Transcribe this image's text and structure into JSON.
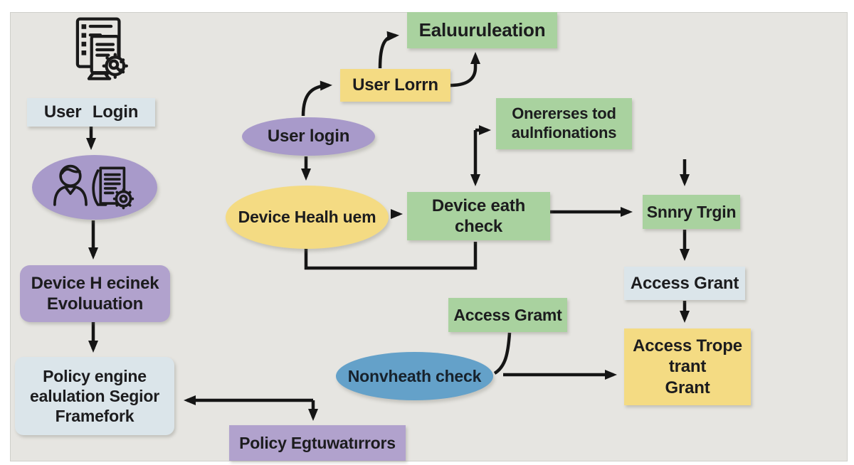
{
  "diagram_title": "",
  "colors": {
    "panel_background": "#e6e5e1",
    "green": "#a9d29f",
    "yellow": "#f4db83",
    "lightblue": "#dbe5ea",
    "purple_box": "#b1a2cd",
    "purple_ellipse": "#a89aca",
    "blue_ellipse": "#64a1c9",
    "arrow": "#151515",
    "text": "#1c1c1e"
  },
  "icons": {
    "workstation": "computer-document-gear-icon",
    "identity": "person-document-gear-icon"
  },
  "nodes": {
    "user_login_box": {
      "shape": "box",
      "color": "lightblue",
      "label": "User Login"
    },
    "identity_ellipse": {
      "shape": "ellipse",
      "color": "purple",
      "label": ""
    },
    "device_check_eval_box": {
      "shape": "box",
      "color": "purple",
      "label": "Device H ecinek\nEvoluuation"
    },
    "policy_engine_box": {
      "shape": "box",
      "color": "lightblue",
      "label": "Policy engine\nealulation Segior\nFramefork"
    },
    "policy_errors_box": {
      "shape": "box",
      "color": "purple",
      "label": "Policy Egtuwatırrors"
    },
    "evaluation_box": {
      "shape": "box",
      "color": "green",
      "label": "Ealuuruleation"
    },
    "user_lorrn_box": {
      "shape": "box",
      "color": "yellow",
      "label": "User Lorrn"
    },
    "user_login_ellipse": {
      "shape": "ellipse",
      "color": "purple",
      "label": "User login"
    },
    "device_health_ellipse": {
      "shape": "ellipse",
      "color": "yellow",
      "label": "Device Healh uem"
    },
    "device_eath_check_box": {
      "shape": "box",
      "color": "green",
      "label": "Device eath check"
    },
    "onererses_box": {
      "shape": "box",
      "color": "green",
      "label": "Onererses tod\naulnfionations"
    },
    "snnry_trgin_box": {
      "shape": "box",
      "color": "green",
      "label": "Snnry Trgin"
    },
    "access_grant_box": {
      "shape": "box",
      "color": "lightblue",
      "label": "Access Grant"
    },
    "access_trope_box": {
      "shape": "box",
      "color": "yellow",
      "label": "Access Trope\ntrant\nGrant"
    },
    "access_gramt_box": {
      "shape": "box",
      "color": "green",
      "label": "Access Gramt"
    },
    "nonvheath_ellipse": {
      "shape": "ellipse",
      "color": "blue",
      "label": "Nonvheath check"
    }
  },
  "edges": [
    {
      "from": "user_login_box",
      "to": "identity_ellipse",
      "arrow": "down"
    },
    {
      "from": "identity_ellipse",
      "to": "device_check_eval_box",
      "arrow": "down"
    },
    {
      "from": "device_check_eval_box",
      "to": "policy_engine_box",
      "arrow": "down"
    },
    {
      "from": "connector",
      "to": "policy_engine_box",
      "arrow": "left"
    },
    {
      "from": "connector",
      "to": "policy_errors_box",
      "arrow": "down"
    },
    {
      "from": "user_login_ellipse",
      "to": "user_lorrn_box",
      "arrow": "right-curve"
    },
    {
      "from": "user_lorrn_box",
      "to": "evaluation_box",
      "arrow": "up-curve-left"
    },
    {
      "from": "user_lorrn_box",
      "to": "evaluation_box",
      "arrow": "up-curve-right"
    },
    {
      "from": "user_login_ellipse",
      "to": "device_health_ellipse",
      "arrow": "down"
    },
    {
      "from": "device_health_ellipse",
      "to": "device_eath_check_box",
      "arrow": "right"
    },
    {
      "from": "device_health_ellipse",
      "to": "device_eath_check_box",
      "arrow": "bottom-loop"
    },
    {
      "from": "device_eath_check_box",
      "to": "onererses_box",
      "arrow": "up-then-right"
    },
    {
      "from": "onererses_box",
      "to": "device_eath_check_box",
      "arrow": "down"
    },
    {
      "from": "device_eath_check_box",
      "to": "snnry_trgin_box",
      "arrow": "right"
    },
    {
      "from": "above",
      "to": "snnry_trgin_box",
      "arrow": "down"
    },
    {
      "from": "snnry_trgin_box",
      "to": "access_grant_box",
      "arrow": "down"
    },
    {
      "from": "access_grant_box",
      "to": "access_trope_box",
      "arrow": "down"
    },
    {
      "from": "access_gramt_box",
      "to": "nonvheath_ellipse",
      "arrow": "curve-down-left"
    },
    {
      "from": "nonvheath_ellipse",
      "to": "access_trope_box",
      "arrow": "right"
    }
  ]
}
